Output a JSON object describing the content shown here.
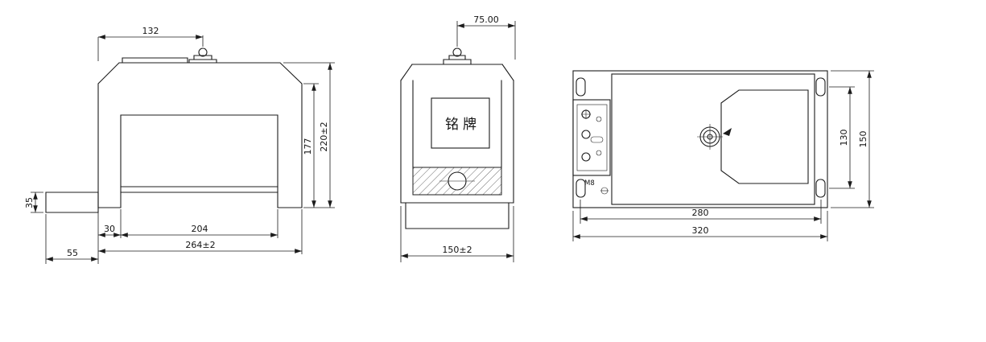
{
  "views": {
    "front": {
      "dims": {
        "top_width": "132",
        "body_height": "177",
        "overall_height": "220±2",
        "foot_height": "35",
        "leg_width": "30",
        "inner_span": "204",
        "overall_width": "264±2",
        "base_extension": "55"
      }
    },
    "side": {
      "nameplate": "铭牌",
      "dims": {
        "bushing_offset": "75.00",
        "overall_width": "150±2"
      }
    },
    "top": {
      "thread_label": "M8",
      "dims": {
        "hole_spacing_v": "130",
        "overall_depth": "150",
        "hole_spacing_h": "280",
        "overall_width": "320"
      }
    }
  }
}
